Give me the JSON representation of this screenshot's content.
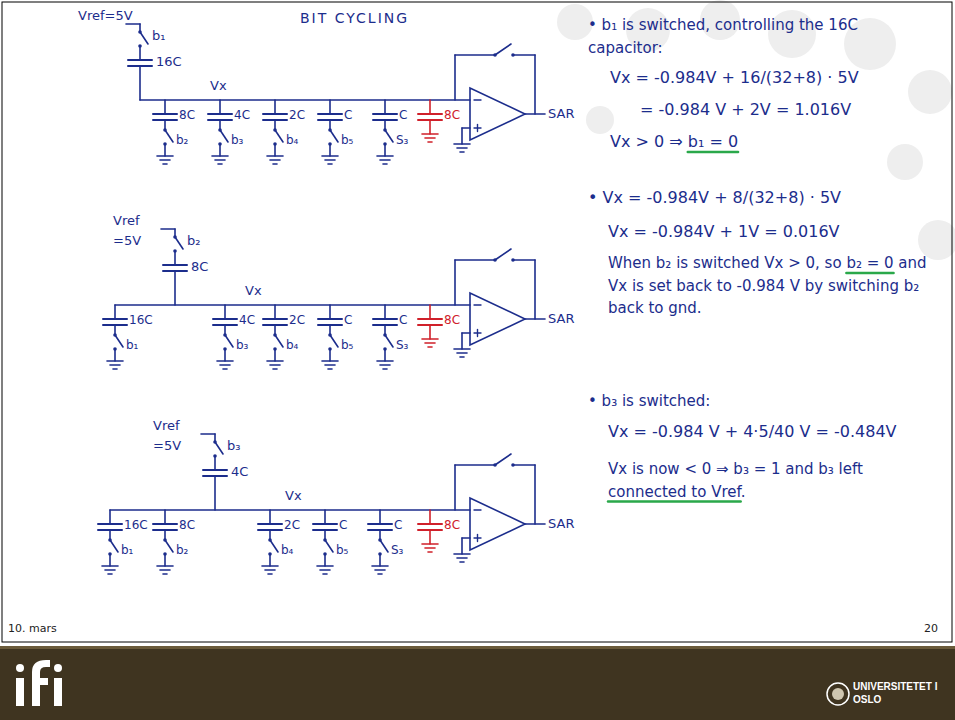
{
  "diagram": {
    "title": "BIT CYCLING",
    "labels": [
      "Vref=5V",
      "b₁",
      "16C",
      "Vx",
      "8C",
      "b₂",
      "4C",
      "b₃",
      "2C",
      "b₄",
      "C",
      "b₅",
      "C",
      "S₃",
      "8C",
      "SAR",
      "Vref =5V",
      "b₂",
      "8C",
      "Vx",
      "16C",
      "b₁",
      "4C",
      "b₃",
      "2C",
      "b₄",
      "C",
      "b₅",
      "C",
      "S₃",
      "8C",
      "SAR",
      "Vref =5V",
      "b₃",
      "4C",
      "Vx",
      "16C",
      "b₁",
      "8C",
      "b₂",
      "2C",
      "b₄",
      "C",
      "b₅",
      "C",
      "S₃",
      "8C",
      "SAR",
      "• b₁ is switched, controlling the 16C capacitor:",
      "Vx = -0.984V + 16/(32+8) · 5V",
      "= -0.984 V + 2V = 1.016V",
      "Vx > 0 ⇒ b₁ = 0",
      "• Vx = -0.984V + 8/(32+8) · 5V",
      "Vx = -0.984V + 1V = 0.016V",
      "When b₂ is switched Vx > 0, so b₂ = 0 and Vx is set back to -0.984 V by switching b₂ back to gnd.",
      "• b₃ is switched:",
      "Vx = -0.984 V + 4·5/40 V = -0.484V",
      "Vx is now < 0 ⇒ b₃ = 1 and b₃ left connected to Vref.",
      "10. mars",
      "20",
      "UNIVERSITETET I OSLO"
    ]
  }
}
